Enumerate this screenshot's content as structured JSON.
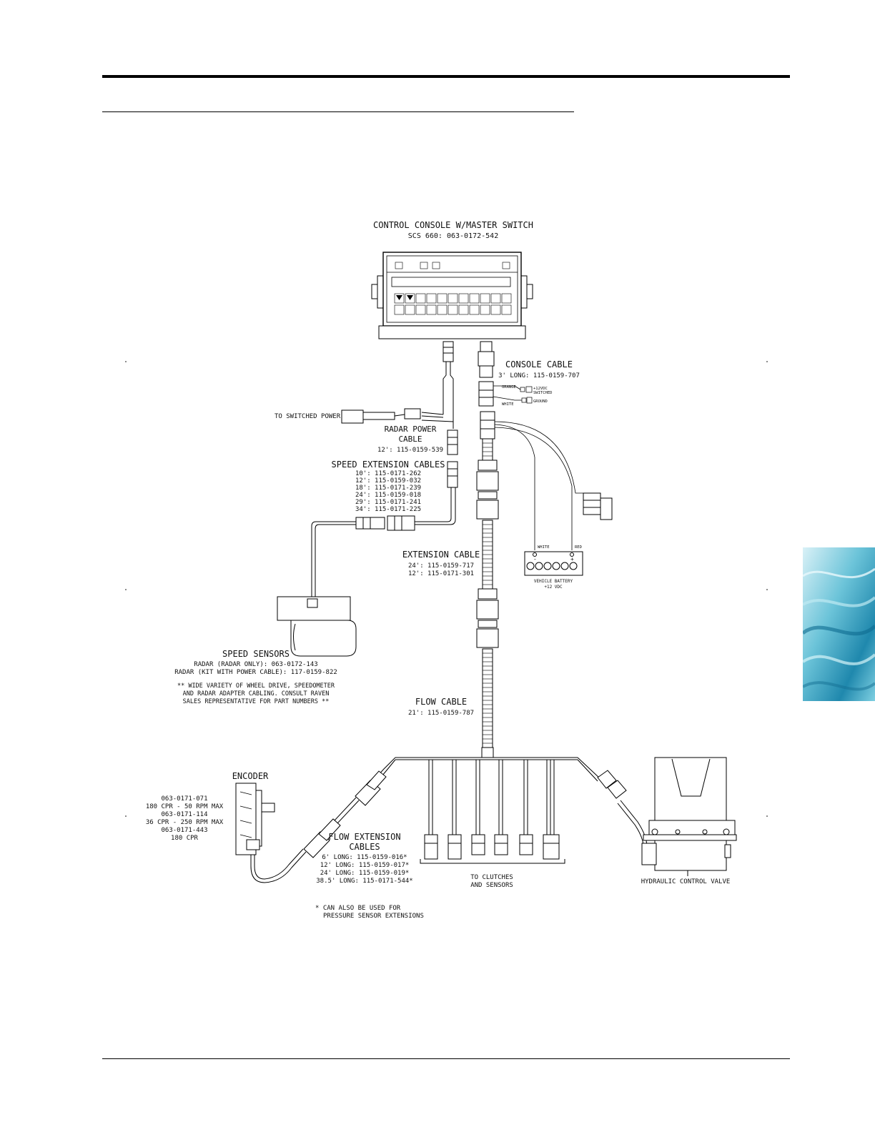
{
  "labels": {
    "console_title": "CONTROL CONSOLE W/MASTER SWITCH",
    "console_part": "SCS 660: 063-0172-542",
    "console_cable": "CONSOLE CABLE",
    "console_cable_part": "3' LONG: 115-0159-707",
    "orange": "ORANGE",
    "white": "WHITE",
    "plus12_switched_1": "+12VDC",
    "plus12_switched_2": "SWITCHED",
    "ground": "GROUND",
    "to_switched_power": "TO SWITCHED POWER",
    "radar_power_1": "RADAR POWER",
    "radar_power_2": "CABLE",
    "radar_power_part": "12': 115-0159-539",
    "speed_ext_title": "SPEED EXTENSION CABLES",
    "speed_ext_parts": [
      "10': 115-0171-262",
      "12': 115-0159-032",
      "18': 115-0171-239",
      "24': 115-0159-018",
      "29': 115-0171-241",
      "34': 115-0171-225"
    ],
    "extension_cable": "EXTENSION CABLE",
    "extension_parts": [
      "24': 115-0159-717",
      "12': 115-0171-301"
    ],
    "battery_white": "WHITE",
    "battery_red": "RED",
    "battery_minus": "-",
    "battery_plus": "+",
    "vehicle_battery_1": "VEHICLE BATTERY",
    "vehicle_battery_2": "+12 VDC",
    "speed_sensors": "SPEED SENSORS",
    "speed_sensor_parts": [
      "RADAR (RADAR ONLY): 063-0172-143",
      "RADAR (KIT WITH POWER CABLE): 117-0159-822"
    ],
    "speed_note": [
      "** WIDE VARIETY OF WHEEL DRIVE, SPEEDOMETER",
      "AND RADAR ADAPTER CABLING.  CONSULT RAVEN",
      "SALES REPRESENTATIVE FOR PART NUMBERS **"
    ],
    "flow_cable": "FLOW CABLE",
    "flow_cable_part": "21': 115-0159-787",
    "encoder": "ENCODER",
    "encoder_parts": [
      "063-0171-071",
      "180 CPR - 50 RPM MAX",
      "063-0171-114",
      "36 CPR - 250 RPM MAX",
      "063-0171-443",
      "180 CPR"
    ],
    "flow_ext_1": "FLOW EXTENSION",
    "flow_ext_2": "CABLES",
    "flow_ext_parts": [
      "6' LONG: 115-0159-016*",
      "12' LONG: 115-0159-017*",
      "24' LONG: 115-0159-019*",
      "38.5' LONG: 115-0171-544*"
    ],
    "clutches_1": "TO CLUTCHES",
    "clutches_2": "AND SENSORS",
    "hydraulic_valve": "HYDRAULIC CONTROL VALVE",
    "footnote": [
      "* CAN ALSO BE USED FOR",
      "PRESSURE SENSOR EXTENSIONS"
    ]
  }
}
